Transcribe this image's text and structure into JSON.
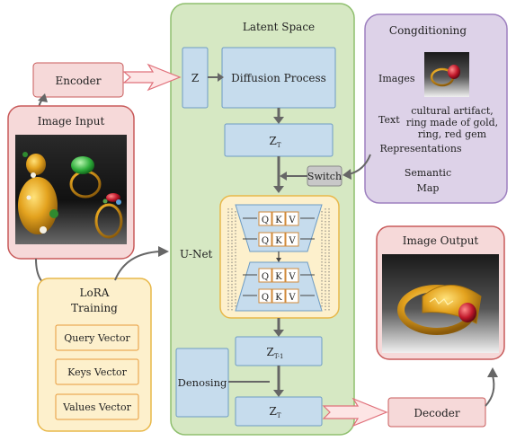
{
  "latent": {
    "title": "Latent Space",
    "z": "Z",
    "diffusion": "Diffusion Process",
    "zt_top": "Z",
    "zt_top_sub": "T",
    "switch": "Switch",
    "zt_mid": "Z",
    "zt_mid_sub": "T-1",
    "zt_bot": "Z",
    "zt_bot_sub": "T",
    "denoising": "Denosing",
    "qkv": [
      "Q",
      "K",
      "V"
    ]
  },
  "encoder": {
    "label": "Encoder"
  },
  "unet": {
    "label": "U-Net"
  },
  "image_input": {
    "title": "Image Input"
  },
  "lora": {
    "title_line1": "LoRA",
    "title_line2": "Training",
    "vectors": [
      "Query Vector",
      "Keys Vector",
      "Values Vector"
    ]
  },
  "conditioning": {
    "title": "Congditioning",
    "images_label": "Images",
    "text_label": "Text",
    "text_lines": [
      "cultural artifact,",
      "ring made of gold,",
      "ring, red gem"
    ],
    "representations": "Representations",
    "semantic_line1": "Semantic",
    "semantic_line2": "Map"
  },
  "image_output": {
    "title": "Image Output"
  },
  "decoder": {
    "label": "Decoder"
  },
  "colors": {
    "green_panel": "#d6e8c3",
    "blue_box": "#c6dced",
    "pink_panel": "#f6d9d9",
    "yellow_panel": "#fdf0cc",
    "purple_panel": "#ddd2e8",
    "switch_gray": "#c8c8c8"
  }
}
